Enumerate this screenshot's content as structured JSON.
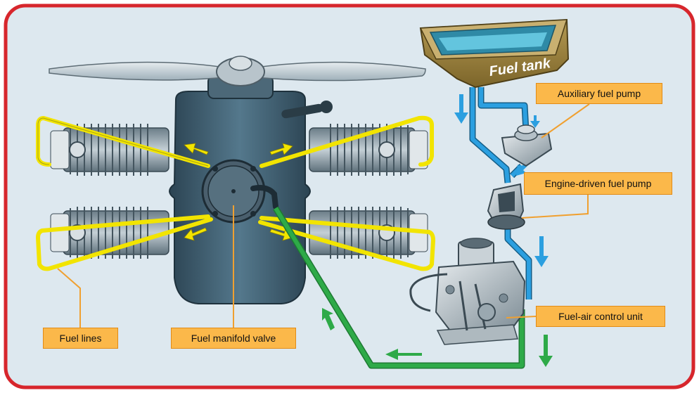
{
  "labels": {
    "fuel_tank": "Fuel tank",
    "auxiliary_fuel_pump": "Auxiliary fuel pump",
    "engine_driven_fuel_pump": "Engine-driven fuel pump",
    "fuel_air_control_unit": "Fuel-air control unit",
    "fuel_lines": "Fuel lines",
    "fuel_manifold_valve": "Fuel manifold valve"
  },
  "colors": {
    "frame": "#d7262c",
    "background": "#dde8ef",
    "engine": "#3d5a6c",
    "fuel_line_blue": "#2b9fe0",
    "fuel_line_green": "#2eaa48",
    "fuel_line_yellow": "#f2e400",
    "label_fill": "#fbb84a",
    "leader_line": "#f0a030"
  }
}
